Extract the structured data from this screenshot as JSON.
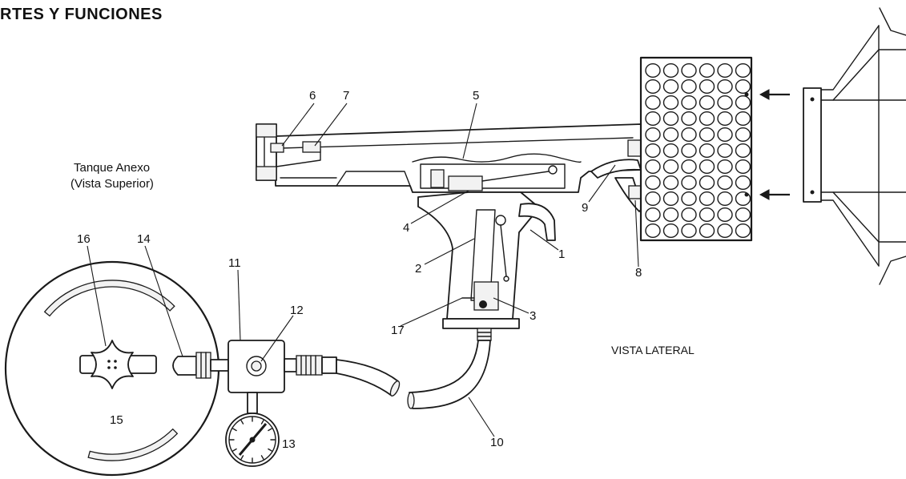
{
  "title": "RTES Y FUNCIONES",
  "tank_view": {
    "name": "Tanque Anexo",
    "view": "(Vista Superior)"
  },
  "side_view": "VISTA LATERAL",
  "callouts": {
    "p1": "1",
    "p2": "2",
    "p3": "3",
    "p4": "4",
    "p5": "5",
    "p6": "6",
    "p7": "7",
    "p8": "8",
    "p9": "9",
    "p10": "10",
    "p11": "11",
    "p12": "12",
    "p13": "13",
    "p14": "14",
    "p15": "15",
    "p16": "16",
    "p17": "17"
  }
}
